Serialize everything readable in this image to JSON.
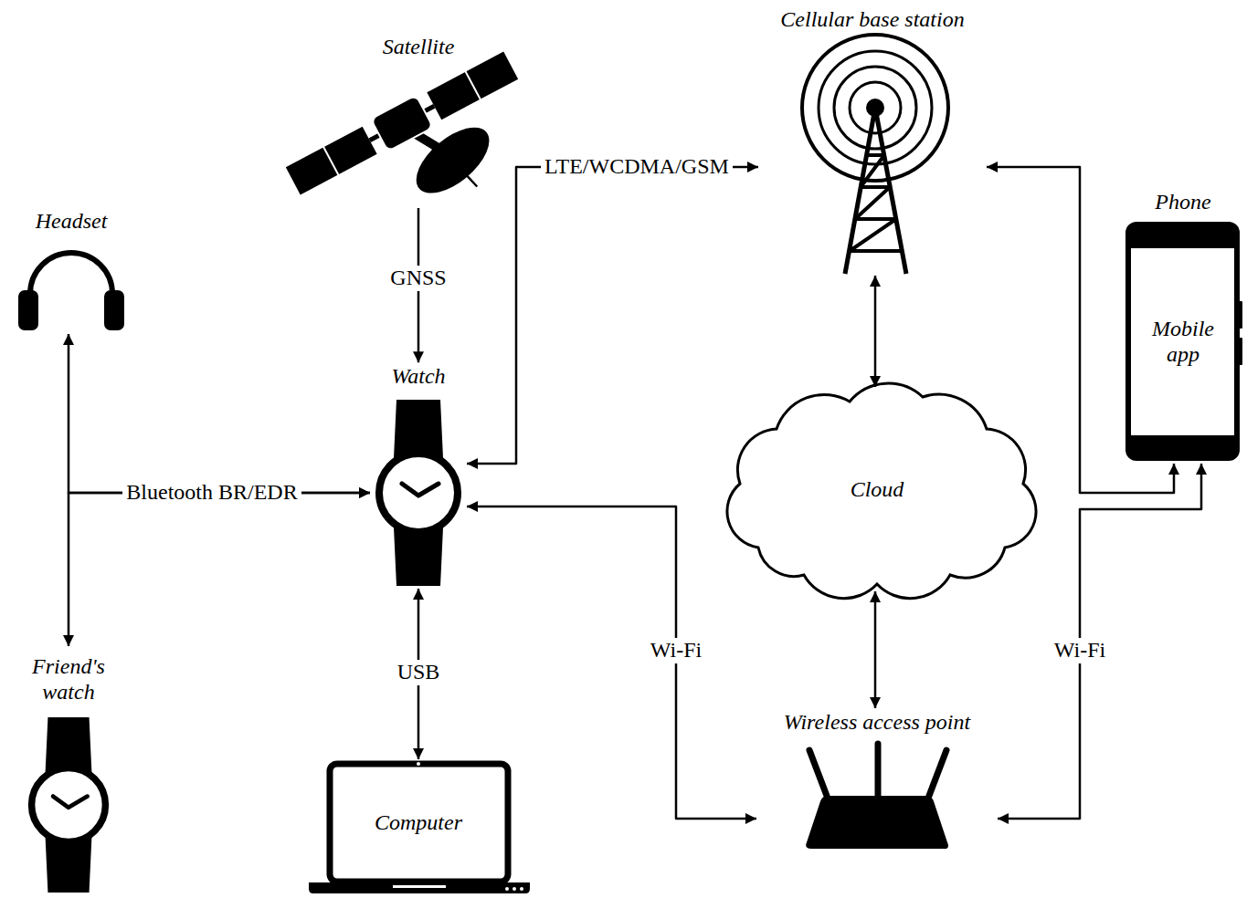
{
  "diagram": {
    "nodes": [
      {
        "text": [
          "Satellite"
        ]
      },
      {
        "text": [
          "Cellular base station"
        ]
      },
      {
        "text": [
          "Headset"
        ]
      },
      {
        "text": [
          "Phone",
          "Mobile app"
        ]
      },
      {
        "text": [
          "Watch"
        ]
      },
      {
        "text": [
          "Cloud"
        ]
      },
      {
        "text": [
          "Friend's watch"
        ]
      },
      {
        "text": [
          "Computer"
        ]
      },
      {
        "text": [
          "Wireless access point"
        ]
      }
    ],
    "edges": [
      {
        "from": 0,
        "to": 4,
        "arrow": "to",
        "label": "GNSS"
      },
      {
        "from": 4,
        "to": 1,
        "arrow": "both",
        "label": "LTE/WCDMA/GSM"
      },
      {
        "from": 1,
        "to": 5,
        "arrow": "both"
      },
      {
        "from": 5,
        "to": 8,
        "arrow": "both"
      },
      {
        "from": 1,
        "to": 3,
        "arrow": "both"
      },
      {
        "from": 8,
        "to": 3,
        "arrow": "both",
        "label": "Wi-Fi"
      },
      {
        "from": 4,
        "to": 8,
        "arrow": "both",
        "label": "Wi-Fi"
      },
      {
        "from": 4,
        "to": 7,
        "arrow": "both",
        "label": "USB"
      },
      {
        "from": 2,
        "to": 4,
        "arrow": "both",
        "label": "Bluetooth BR/EDR"
      },
      {
        "from": 6,
        "to": 4,
        "arrow": "both"
      }
    ]
  }
}
